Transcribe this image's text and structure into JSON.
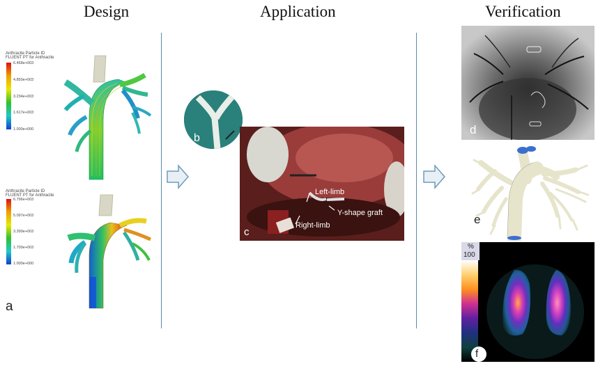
{
  "titles": {
    "design": "Design",
    "application": "Application",
    "verification": "Verification"
  },
  "panel_a": {
    "letter": "a",
    "top_legend": {
      "title_line1": "Anthracite Particle ID",
      "title_line2": "FLUENT PT for Anthracite",
      "ticks": [
        "6.468e+003",
        "4.850e+003",
        "3.234e+003",
        "1.617e+003",
        "1.000e+000"
      ]
    },
    "bottom_legend": {
      "title_line1": "Anthracite Particle ID",
      "title_line2": "FLUENT PT for Anthracite",
      "ticks": [
        "6.796e+003",
        "5.097e+003",
        "3.399e+003",
        "1.700e+003",
        "1.000e+000"
      ]
    }
  },
  "panel_b": {
    "letter": "b"
  },
  "panel_c": {
    "letter": "c",
    "labels": {
      "left_limb": "Left-limb",
      "right_limb": "Right-limb",
      "graft": "Y-shape graft"
    }
  },
  "panel_d": {
    "letter": "d"
  },
  "panel_e": {
    "letter": "e"
  },
  "panel_f": {
    "letter": "f",
    "scale_unit": "%",
    "scale_max": "100"
  },
  "colors": {
    "divider": "#5b8aa6",
    "arrow_fill": "#e8f0f6",
    "arrow_stroke": "#6e9bb8",
    "graft_beige": "#e7e4cc",
    "endcap_blue": "#3a6fd0"
  }
}
